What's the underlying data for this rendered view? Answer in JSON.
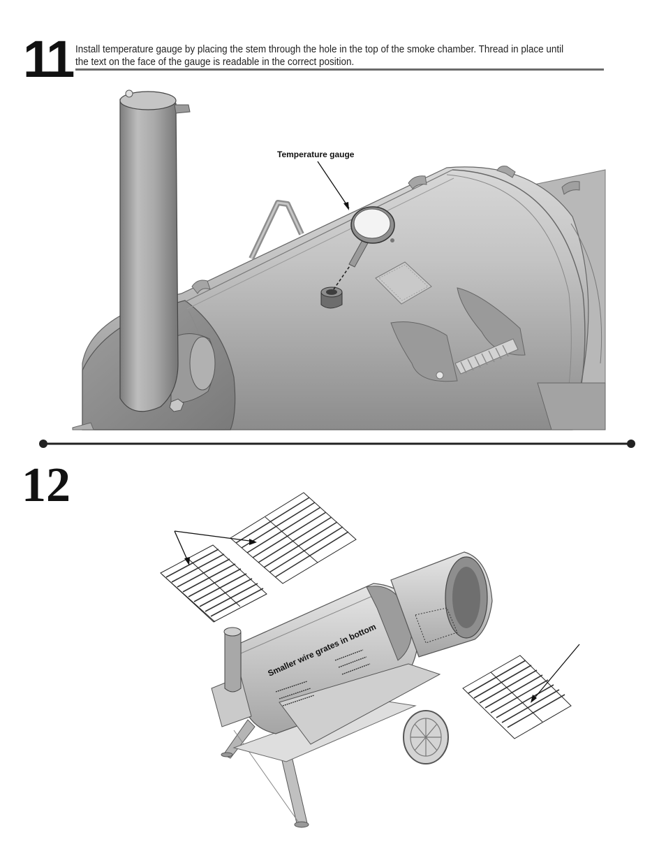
{
  "step11": {
    "number": "11",
    "instruction": "Install temperature gauge by placing the stem through the hole in the top of the smoke chamber. Thread in place until the text on the face of the gauge is readable in the correct position.",
    "callout": "Temperature gauge"
  },
  "step12": {
    "number": "12",
    "callout": "Smaller wire grates in bottom"
  },
  "colors": {
    "metal_light": "#cfcfcf",
    "metal_mid": "#a9a9a9",
    "metal_dark": "#6f6f6f",
    "ink": "#111111",
    "rule": "#6b6b6b"
  }
}
